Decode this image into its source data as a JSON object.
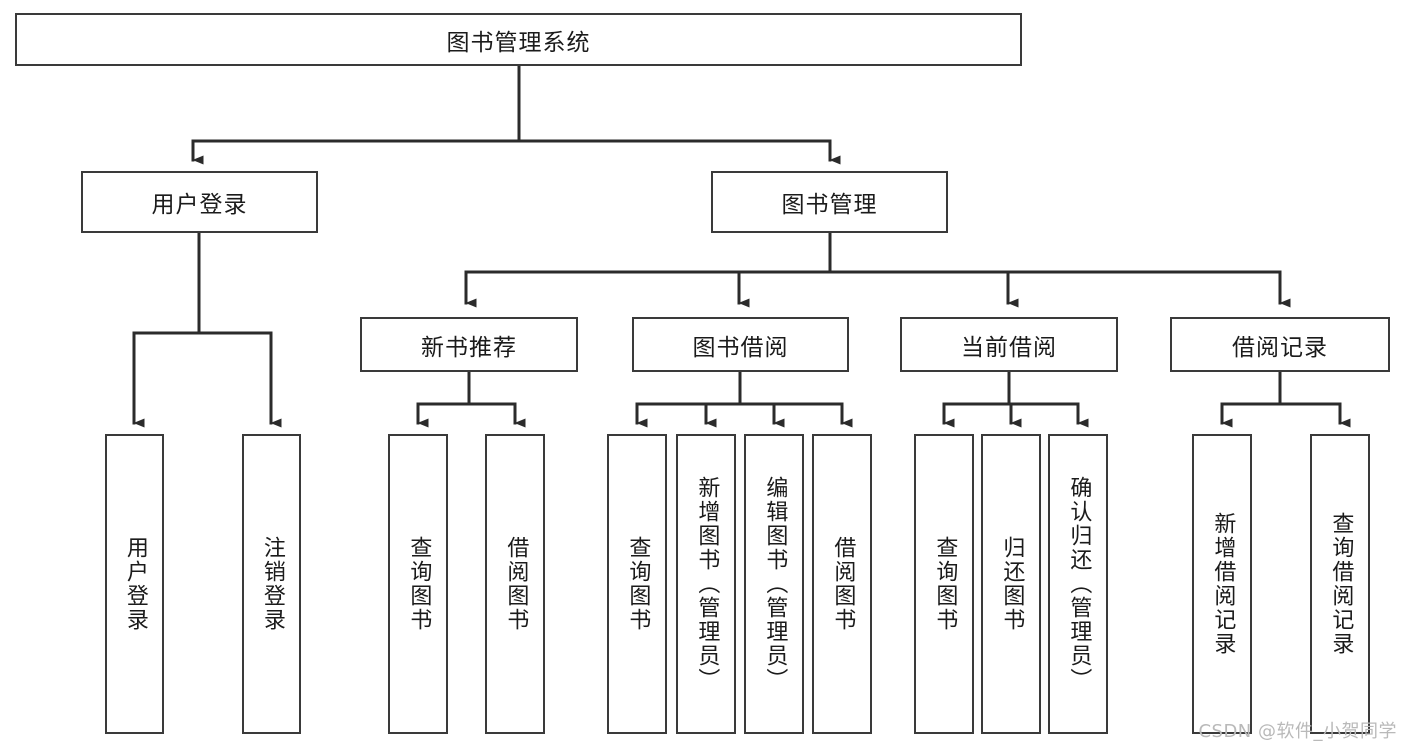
{
  "diagram": {
    "type": "tree-hierarchy",
    "title": "图书管理系统",
    "watermark": "CSDN @软件_小贺同学",
    "colors": {
      "box_border": "#3a3a3a",
      "box_fill": "#ffffff",
      "edge": "#2b2b2b",
      "text": "#1b1b1b",
      "watermark": "#b9b9b9",
      "background": "#ffffff"
    },
    "nodes": {
      "root": {
        "label": "图书管理系统",
        "level": 1,
        "orientation": "horizontal"
      },
      "user_login": {
        "label": "用户登录",
        "level": 2,
        "orientation": "horizontal"
      },
      "book_manage": {
        "label": "图书管理",
        "level": 2,
        "orientation": "horizontal"
      },
      "new_book_rec": {
        "label": "新书推荐",
        "level": 3,
        "orientation": "horizontal"
      },
      "book_borrow": {
        "label": "图书借阅",
        "level": 3,
        "orientation": "horizontal"
      },
      "current_borrow": {
        "label": "当前借阅",
        "level": 3,
        "orientation": "horizontal"
      },
      "borrow_record": {
        "label": "借阅记录",
        "level": 3,
        "orientation": "horizontal"
      },
      "leaf_user_login": {
        "label": "用户登录",
        "level": 4,
        "orientation": "vertical"
      },
      "leaf_logout": {
        "label": "注销登录",
        "level": 4,
        "orientation": "vertical"
      },
      "leaf_query_book_1": {
        "label": "查询图书",
        "level": 4,
        "orientation": "vertical"
      },
      "leaf_borrow_book_1": {
        "label": "借阅图书",
        "level": 4,
        "orientation": "vertical"
      },
      "leaf_query_book_2": {
        "label": "查询图书",
        "level": 4,
        "orientation": "vertical"
      },
      "leaf_add_book": {
        "label": "新增图书（管理员）",
        "level": 4,
        "orientation": "vertical"
      },
      "leaf_edit_book": {
        "label": "编辑图书（管理员）",
        "level": 4,
        "orientation": "vertical"
      },
      "leaf_borrow_book_2": {
        "label": "借阅图书",
        "level": 4,
        "orientation": "vertical"
      },
      "leaf_query_book_3": {
        "label": "查询图书",
        "level": 4,
        "orientation": "vertical"
      },
      "leaf_return_book": {
        "label": "归还图书",
        "level": 4,
        "orientation": "vertical"
      },
      "leaf_confirm_return": {
        "label": "确认归还（管理员）",
        "level": 4,
        "orientation": "vertical"
      },
      "leaf_add_record": {
        "label": "新增借阅记录",
        "level": 4,
        "orientation": "vertical"
      },
      "leaf_query_record": {
        "label": "查询借阅记录",
        "level": 4,
        "orientation": "vertical"
      }
    },
    "edges": [
      {
        "from": "root",
        "to": "user_login"
      },
      {
        "from": "root",
        "to": "book_manage"
      },
      {
        "from": "book_manage",
        "to": "new_book_rec"
      },
      {
        "from": "book_manage",
        "to": "book_borrow"
      },
      {
        "from": "book_manage",
        "to": "current_borrow"
      },
      {
        "from": "book_manage",
        "to": "borrow_record"
      },
      {
        "from": "user_login",
        "to": "leaf_user_login"
      },
      {
        "from": "user_login",
        "to": "leaf_logout"
      },
      {
        "from": "new_book_rec",
        "to": "leaf_query_book_1"
      },
      {
        "from": "new_book_rec",
        "to": "leaf_borrow_book_1"
      },
      {
        "from": "book_borrow",
        "to": "leaf_query_book_2"
      },
      {
        "from": "book_borrow",
        "to": "leaf_add_book"
      },
      {
        "from": "book_borrow",
        "to": "leaf_edit_book"
      },
      {
        "from": "book_borrow",
        "to": "leaf_borrow_book_2"
      },
      {
        "from": "current_borrow",
        "to": "leaf_query_book_3"
      },
      {
        "from": "current_borrow",
        "to": "leaf_return_book"
      },
      {
        "from": "current_borrow",
        "to": "leaf_confirm_return"
      },
      {
        "from": "borrow_record",
        "to": "leaf_add_record"
      },
      {
        "from": "borrow_record",
        "to": "leaf_query_record"
      }
    ]
  }
}
